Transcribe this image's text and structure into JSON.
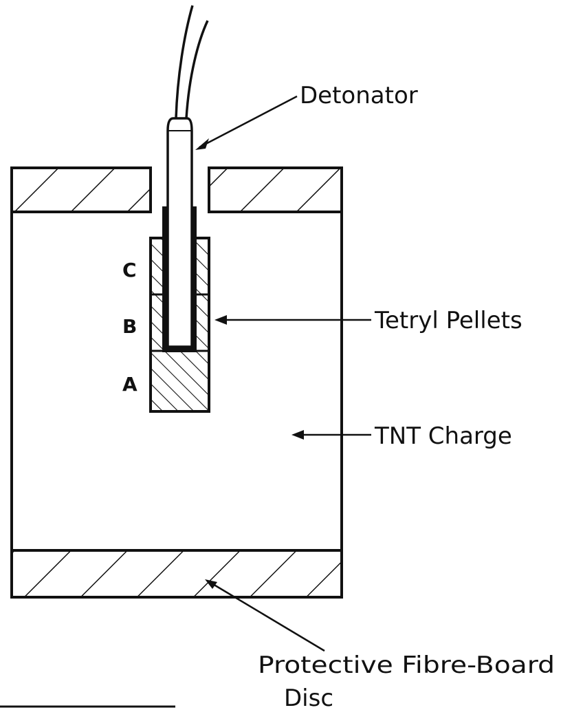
{
  "labels": {
    "detonator": "Detonator",
    "tetryl": "Tetryl Pellets",
    "tnt": "TNT Charge",
    "disc_line1": "Protective Fibre-Board",
    "disc_line2": "Disc",
    "pellet_c": "C",
    "pellet_b": "B",
    "pellet_a": "A"
  },
  "colors": {
    "ink": "#111111",
    "background": "#ffffff"
  }
}
